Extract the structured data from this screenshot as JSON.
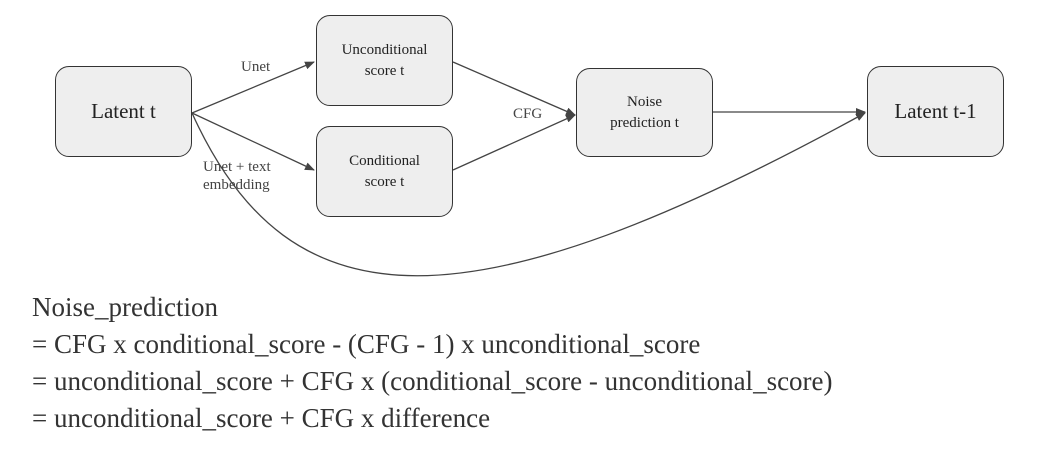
{
  "diagram": {
    "nodes": {
      "latent_t": "Latent t",
      "unconditional_score": "Unconditional\nscore t",
      "conditional_score": "Conditional\nscore t",
      "noise_prediction": "Noise\nprediction t",
      "latent_t_minus_1": "Latent t-1"
    },
    "edge_labels": {
      "unet": "Unet",
      "unet_text_embedding": "Unet + text\nembedding",
      "cfg": "CFG"
    },
    "colors": {
      "box_fill": "#eeeeee",
      "box_border": "#333333",
      "arrow": "#444444"
    }
  },
  "formula": {
    "lines": [
      "Noise_prediction",
      "= CFG x conditional_score - (CFG - 1) x unconditional_score",
      "= unconditional_score + CFG x (conditional_score - unconditional_score)",
      "= unconditional_score + CFG x difference"
    ]
  }
}
